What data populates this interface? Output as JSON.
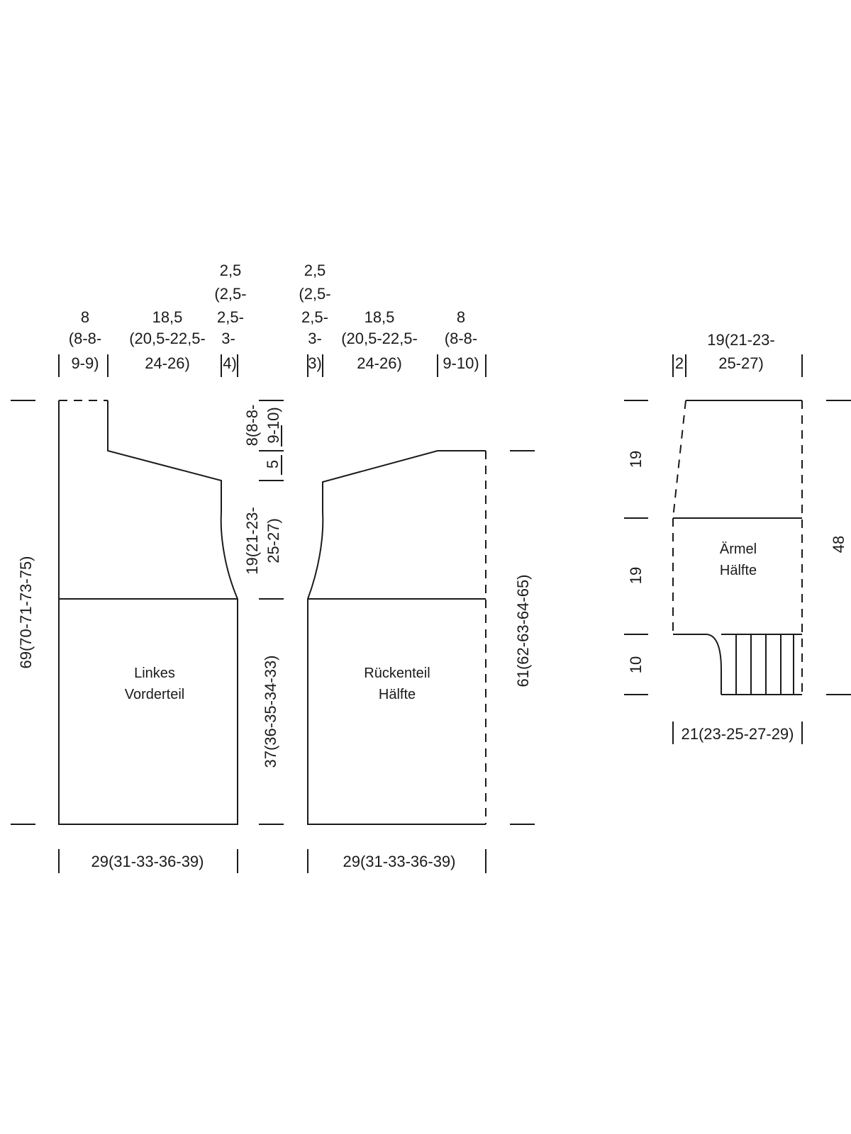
{
  "pieces": {
    "left_front": {
      "name_line1": "Linkes",
      "name_line2": "Vorderteil"
    },
    "back": {
      "name_line1": "Rückenteil",
      "name_line2": "Hälfte"
    },
    "sleeve": {
      "name_line1": "Ärmel",
      "name_line2": "Hälfte"
    }
  },
  "front_top": {
    "shoulder_edge": [
      "8",
      "(8-8-",
      "9-9)"
    ],
    "shoulder_slope": [
      "18,5",
      "(20,5-22,5-",
      "24-26)"
    ],
    "neck": [
      "2,5",
      "(2,5-",
      "2,5-",
      "3-",
      "4)"
    ]
  },
  "back_top": {
    "neck": [
      "2,5",
      "(2,5-",
      "2,5-",
      "3-",
      "3)"
    ],
    "shoulder_slope": [
      "18,5",
      "(20,5-22,5-",
      "24-26)"
    ],
    "shoulder_edge": [
      "8",
      "(8-8-",
      "9-10)"
    ]
  },
  "front_height": "69(70-71-73-75)",
  "center_vertical": {
    "neck_depth": [
      "8(8-8-",
      "9-10)"
    ],
    "shoulder_drop": "5",
    "armhole": [
      "19(21-23-",
      "25-27)"
    ],
    "body": "37(36-35-34-33)"
  },
  "back_height": "61(62-63-64-65)",
  "front_width": "29(31-33-36-39)",
  "back_width": "29(31-33-36-39)",
  "sleeve": {
    "top_offset": "2",
    "top_width": [
      "19(21-23-",
      "25-27)"
    ],
    "upper_height": "19",
    "mid_height": "19",
    "cuff_height": "10",
    "total_height": "48",
    "bottom_width": "21(23-25-27-29)"
  }
}
